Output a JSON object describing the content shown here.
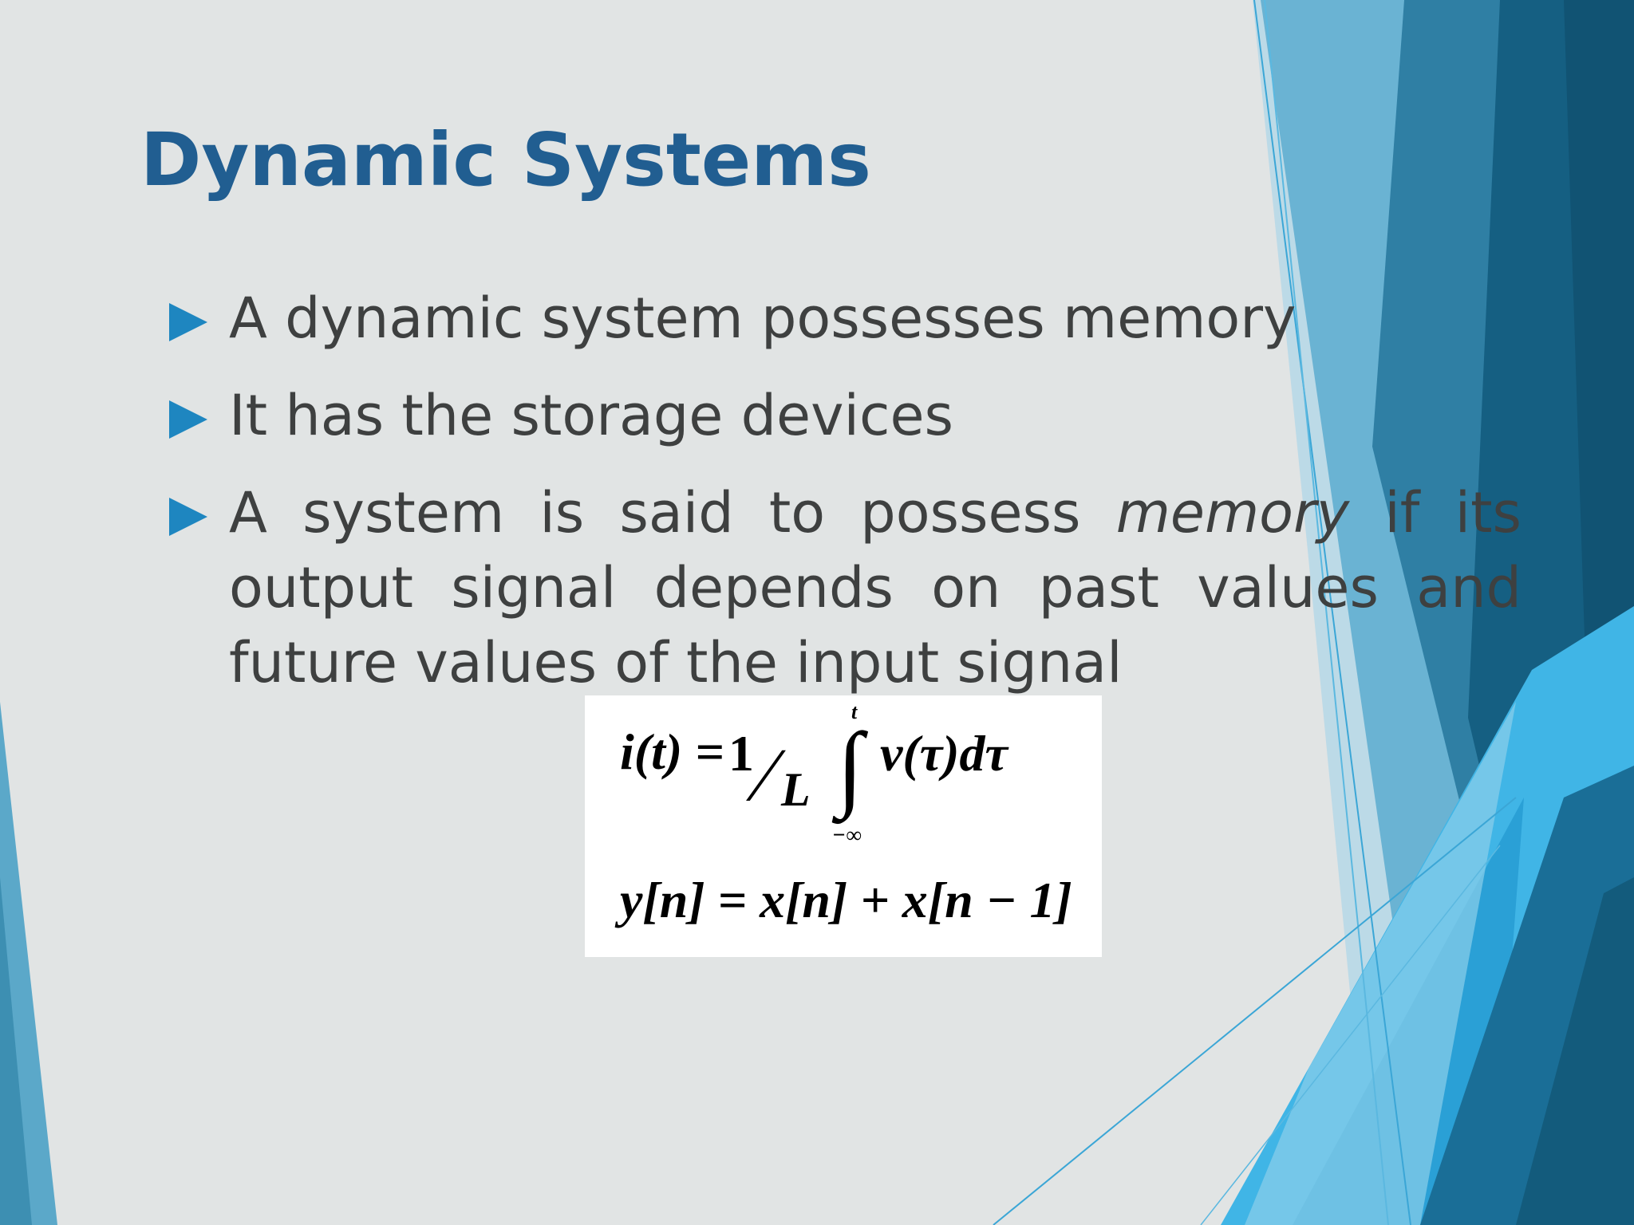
{
  "slide": {
    "title": "Dynamic Systems",
    "bullets": [
      "A dynamic system possesses memory",
      "It has the storage devices"
    ],
    "bullet3": {
      "before": "A system is said to possess ",
      "emphasis": "memory",
      "after": " if its output signal depends on past values and future values of the input signal"
    },
    "equations": {
      "eq1_lhs": "i(t) = ",
      "eq1_numerator": "1",
      "eq1_slash": "⁄",
      "eq1_denominator": "L",
      "eq1_integral": "∫",
      "eq1_upper_limit": "t",
      "eq1_lower_limit": "−∞",
      "eq1_integrand": "v(τ)dτ",
      "eq2": "y[n] = x[n] + x[n − 1]"
    }
  },
  "colors": {
    "background": "#e1e4e4",
    "title": "#215e91",
    "text": "#3e4040",
    "bullet_marker": "#1e86c0",
    "accent_dark": "#135b7c",
    "accent_light": "#3eb0e4"
  }
}
